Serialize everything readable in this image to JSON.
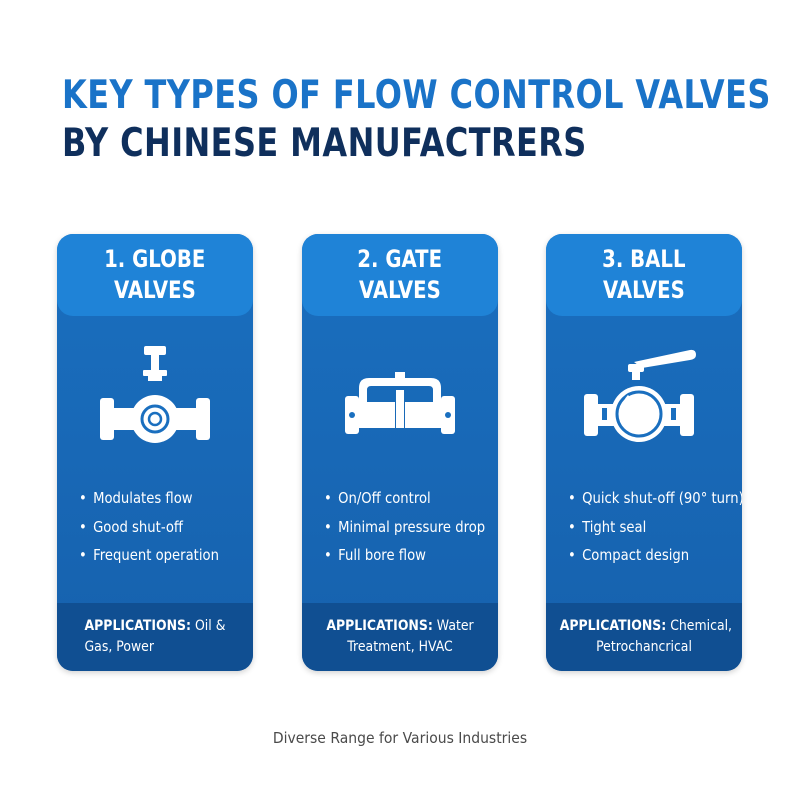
{
  "title": {
    "line1": "KEY TYPES OF FLOW CONTROL VALVES",
    "line2": "BY CHINESE MANUFACTRERS"
  },
  "cards": [
    {
      "name_line1": "1. GLOBE",
      "name_line2": "VALVES",
      "icon": "globe-valve-icon",
      "features": [
        "Modulates flow",
        "Good shut-off",
        "Frequent operation"
      ],
      "applications_label": "APPLICATIONS:",
      "applications_line1": "Oil &",
      "applications_line2": "Gas, Power"
    },
    {
      "name_line1": "2. GATE",
      "name_line2": "VALVES",
      "icon": "gate-valve-icon",
      "features": [
        "On/Off control",
        "Minimal pressure drop",
        "Full bore flow"
      ],
      "applications_label": "APPLICATIONS:",
      "applications_line1": "Water",
      "applications_line2": "Treatment, HVAC"
    },
    {
      "name_line1": "3. BALL",
      "name_line2": "VALVES",
      "icon": "ball-valve-icon",
      "features": [
        "Quick shut-off (90° turn)",
        "Tight seal",
        "Compact design"
      ],
      "applications_label": "APPLICATIONS:",
      "applications_line1": "Chemical,",
      "applications_line2": "Petrochancrical"
    }
  ],
  "bullet_char": "•",
  "footer": "Diverse Range for Various Industries",
  "colors": {
    "title_accent": "#1a73c8",
    "title_dark": "#0f2f5c",
    "card_body": "#1a6fbf",
    "card_header": "#1f83d7",
    "card_footer": "#104f92"
  }
}
